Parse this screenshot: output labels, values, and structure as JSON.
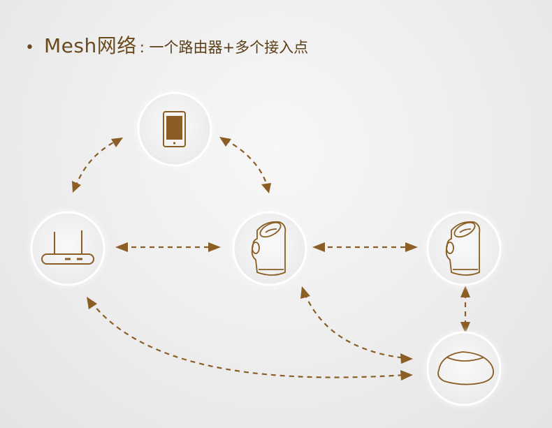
{
  "title": {
    "bullet": "•",
    "main": "Mesh网络",
    "sub": ": 一个路由器+多个接入点"
  },
  "colors": {
    "accent": "#8a5e24",
    "text": "#6a4a1e"
  },
  "nodes": [
    {
      "id": "phone",
      "icon": "smartphone-icon"
    },
    {
      "id": "router",
      "icon": "router-icon"
    },
    {
      "id": "access-point-1",
      "icon": "access-point-icon"
    },
    {
      "id": "access-point-2",
      "icon": "access-point-icon"
    },
    {
      "id": "satellite",
      "icon": "dome-access-point-icon"
    }
  ]
}
